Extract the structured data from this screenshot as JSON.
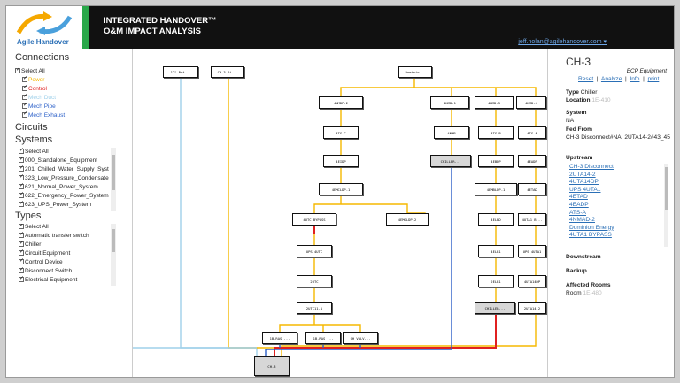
{
  "header": {
    "logo_text": "Agile Handover",
    "title_line1": "INTEGRATED HANDOVER™",
    "title_line2": "O&M IMPACT ANALYSIS",
    "user": "jeff.nolan@agilehandover.com"
  },
  "left": {
    "connections_title": "Connections",
    "connections": [
      {
        "label": "Select All",
        "color": "#222222"
      },
      {
        "label": "Power",
        "color": "#f5b800"
      },
      {
        "label": "Control",
        "color": "#e02020"
      },
      {
        "label": "Mech Duct",
        "color": "#9fd0ea"
      },
      {
        "label": "Mech Pipe",
        "color": "#2a5fc8"
      },
      {
        "label": "Mech Exhaust",
        "color": "#2a5fc8"
      }
    ],
    "circuits_title": "Circuits",
    "systems_title": "Systems",
    "systems": [
      "Select All",
      "000_Standalone_Equipment",
      "201_Chilled_Water_Supply_Syst",
      "323_Low_Pressure_Condensate",
      "621_Normal_Power_System",
      "622_Emergency_Power_System",
      "623_UPS_Power_System"
    ],
    "types_title": "Types",
    "types": [
      "Select All",
      "Automatic transfer switch",
      "Chiller",
      "Circuit Equipment",
      "Control Device",
      "Disconnect Switch",
      "Electrical Equipment"
    ]
  },
  "diagram": {
    "nodes": {
      "n1": "12\" Ret...",
      "n2": "CH-3 Di...",
      "n3": "Dominio...",
      "n4": "4NMDP-2",
      "n5": "4NMD-1",
      "n6": "4NMD-3",
      "n7": "4NMD-4",
      "n8": "ATS-C",
      "n9": "4NMP",
      "n10": "ATS-B",
      "n11": "ATS-A",
      "n12": "4EIDP",
      "n13": "CHILLER...",
      "n14": "4EBDP",
      "n15": "4EADP",
      "n16": "4EMCLDP-1",
      "n17": "4EMBLDP-1",
      "n18": "4ETAD",
      "n19": "4UTC BYPASS",
      "n20": "4EMCLDP-2",
      "n21": "4ELBD",
      "n22": "4UTA1 B...",
      "n23": "UPS 4UTC",
      "n24": "4ELB1",
      "n25": "UPS 4UTA1",
      "n26": "2UTC",
      "n27": "2ELB1",
      "n28": "4UTA14DP",
      "n29": "2UTC11-1",
      "n30": "CHILLER...",
      "n31": "2UTA14-2",
      "n32": "1B-RAS ...",
      "n33": "1B-RAS ...",
      "n34": "CH VALV...",
      "n35": "CH-3"
    }
  },
  "right": {
    "title": "CH-3",
    "subtitle": "ECP Equipment",
    "links": [
      "Reset",
      "Analyze",
      "Info",
      "print"
    ],
    "type_label": "Type",
    "type_value": "Chiller",
    "location_label": "Location",
    "location_value": "1E-410",
    "system_label": "System",
    "system_value": "NA",
    "fed_from_label": "Fed From",
    "fed_from_value": "CH-3 Disconnect#NA, 2UTA14-2#43_45",
    "upstream_label": "Upstream",
    "upstream": [
      "CH-3 Disconnect",
      "2UTA14-2",
      "4UTA14DP",
      "UPS 4UTA1",
      "4ETAD",
      "4EADP",
      "ATS-A",
      "4NMAD-2",
      "Dominion Energy",
      "4UTA1 BYPASS"
    ],
    "downstream_label": "Downstream",
    "backup_label": "Backup",
    "affected_label": "Affected Rooms",
    "room_label": "Room",
    "room_value": "1E-480"
  }
}
